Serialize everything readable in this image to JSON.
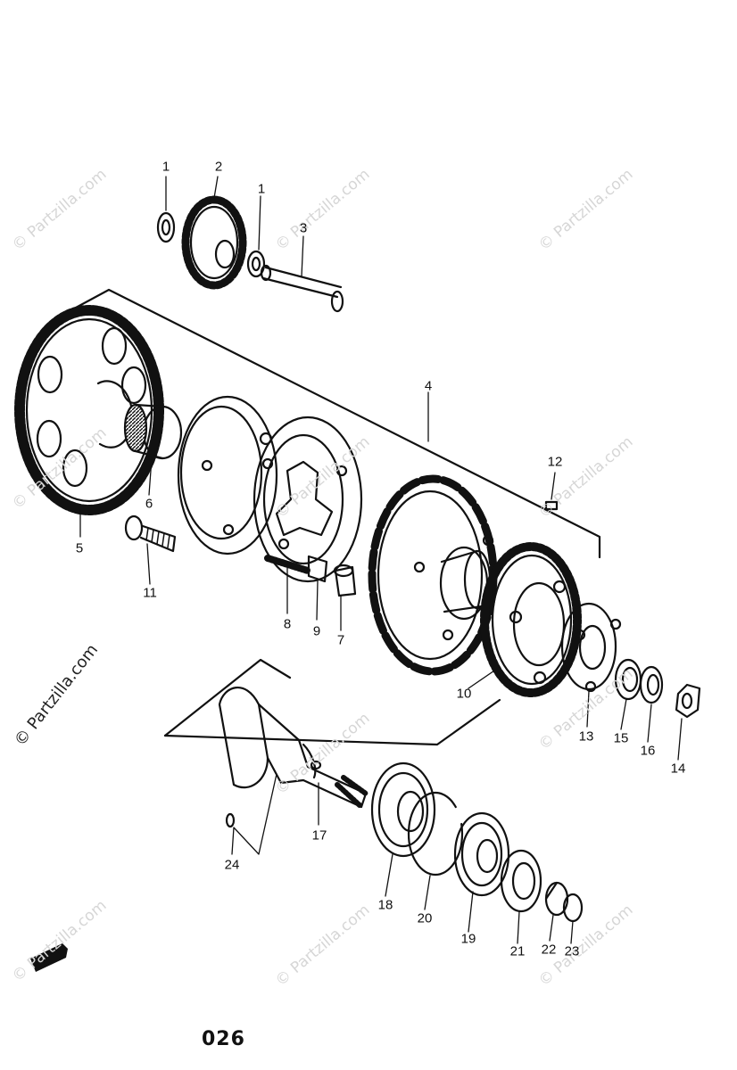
{
  "watermark_text": "© Partzilla.com",
  "page_code": "026",
  "callouts": [
    {
      "id": "c1a",
      "text": "1"
    },
    {
      "id": "c2",
      "text": "2"
    },
    {
      "id": "c1b",
      "text": "1"
    },
    {
      "id": "c3",
      "text": "3"
    },
    {
      "id": "c4",
      "text": "4"
    },
    {
      "id": "c12",
      "text": "12"
    },
    {
      "id": "c5",
      "text": "5"
    },
    {
      "id": "c6",
      "text": "6"
    },
    {
      "id": "c11",
      "text": "11"
    },
    {
      "id": "c8",
      "text": "8"
    },
    {
      "id": "c9",
      "text": "9"
    },
    {
      "id": "c7",
      "text": "7"
    },
    {
      "id": "c10",
      "text": "10"
    },
    {
      "id": "c13",
      "text": "13"
    },
    {
      "id": "c15",
      "text": "15"
    },
    {
      "id": "c16",
      "text": "16"
    },
    {
      "id": "c14",
      "text": "14"
    },
    {
      "id": "c17",
      "text": "17"
    },
    {
      "id": "c24",
      "text": "24"
    },
    {
      "id": "c18",
      "text": "18"
    },
    {
      "id": "c20",
      "text": "20"
    },
    {
      "id": "c19",
      "text": "19"
    },
    {
      "id": "c21",
      "text": "21"
    },
    {
      "id": "c22",
      "text": "22"
    },
    {
      "id": "c23",
      "text": "23"
    }
  ]
}
